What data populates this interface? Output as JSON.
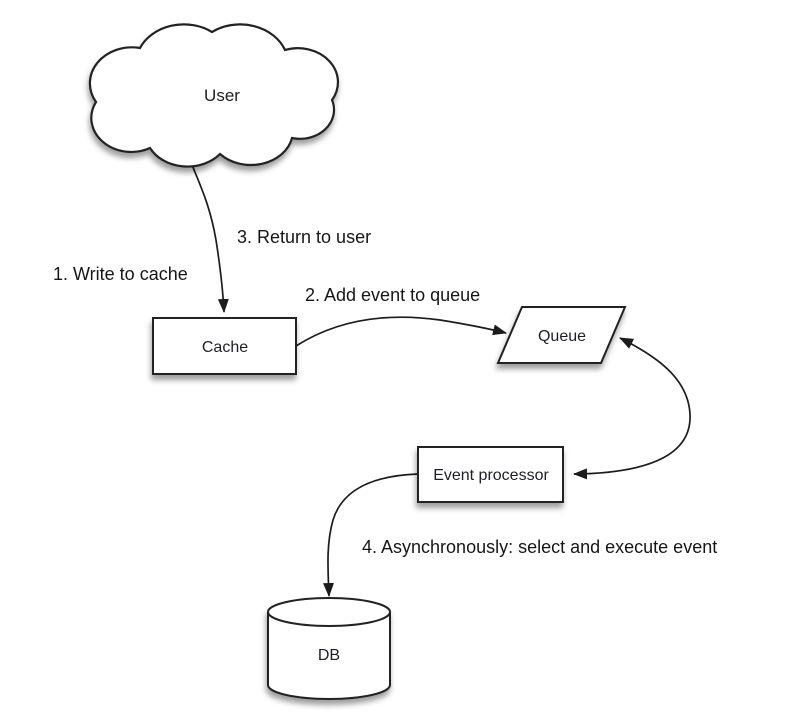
{
  "diagram": {
    "nodes": {
      "user": {
        "label": "User",
        "shape": "cloud"
      },
      "cache": {
        "label": "Cache",
        "shape": "rectangle"
      },
      "queue": {
        "label": "Queue",
        "shape": "parallelogram"
      },
      "event_processor": {
        "label": "Event processor",
        "shape": "rectangle"
      },
      "db": {
        "label": "DB",
        "shape": "cylinder"
      }
    },
    "edges": {
      "write_to_cache": {
        "label": "1. Write to cache",
        "from": "user",
        "to": "cache"
      },
      "add_event_to_queue": {
        "label": "2. Add event to queue",
        "from": "cache",
        "to": "queue"
      },
      "return_to_user": {
        "label": "3. Return to user",
        "from": "cache",
        "to": "user"
      },
      "async_execute": {
        "label": "4. Asynchronously: select and execute event",
        "from": "event_processor",
        "to": "db"
      }
    },
    "colors": {
      "background": "#ffffff",
      "shape_fill": "#ffffff",
      "stroke": "#1c1c1c",
      "text": "#1f1f23"
    }
  }
}
